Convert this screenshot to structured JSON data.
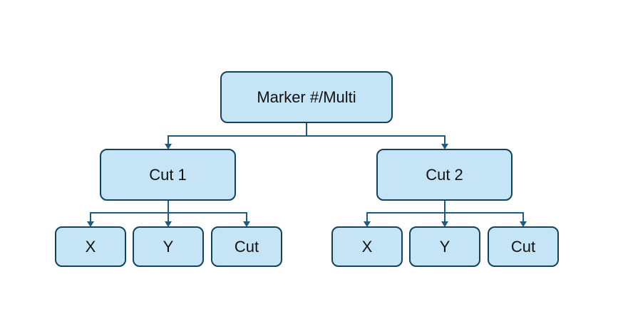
{
  "diagram": {
    "root": {
      "label": "Marker #/Multi"
    },
    "branches": [
      {
        "label": "Cut 1",
        "children": [
          "X",
          "Y",
          "Cut"
        ]
      },
      {
        "label": "Cut 2",
        "children": [
          "X",
          "Y",
          "Cut"
        ]
      }
    ],
    "colors": {
      "node_fill": "#c5e5f6",
      "node_border": "#14425a",
      "connector": "#1d5c7e"
    }
  }
}
